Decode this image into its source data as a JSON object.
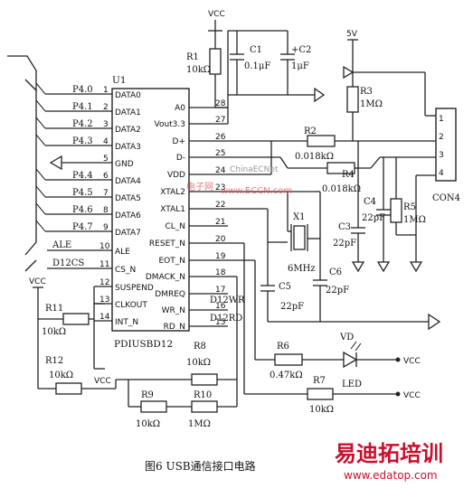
{
  "chip": {
    "ref": "U1",
    "part": "PDIUSBD12",
    "left_pins": [
      {
        "num": "1",
        "name": "DATA0",
        "net": "P4.0"
      },
      {
        "num": "2",
        "name": "DATA1",
        "net": "P4.1"
      },
      {
        "num": "3",
        "name": "DATA2",
        "net": "P4.2"
      },
      {
        "num": "4",
        "name": "DATA3",
        "net": "P4.3"
      },
      {
        "num": "5",
        "name": "GND",
        "net": ""
      },
      {
        "num": "6",
        "name": "DATA4",
        "net": "P4.4"
      },
      {
        "num": "7",
        "name": "DATA5",
        "net": "P4.5"
      },
      {
        "num": "8",
        "name": "DATA6",
        "net": "P4.6"
      },
      {
        "num": "9",
        "name": "DATA7",
        "net": "P4.7"
      },
      {
        "num": "10",
        "name": "ALE",
        "net": "ALE"
      },
      {
        "num": "11",
        "name": "CS_N",
        "net": "D12CS"
      },
      {
        "num": "12",
        "name": "SUSPEND",
        "net": ""
      },
      {
        "num": "13",
        "name": "CLKOUT",
        "net": ""
      },
      {
        "num": "14",
        "name": "INT_N",
        "net": ""
      }
    ],
    "right_pins": [
      {
        "num": "28",
        "name": "A0",
        "net": ""
      },
      {
        "num": "27",
        "name": "Vout3.3",
        "net": ""
      },
      {
        "num": "26",
        "name": "D+",
        "net": ""
      },
      {
        "num": "25",
        "name": "D-",
        "net": ""
      },
      {
        "num": "24",
        "name": "VDD",
        "net": ""
      },
      {
        "num": "23",
        "name": "XTAL2",
        "net": ""
      },
      {
        "num": "22",
        "name": "XTAL1",
        "net": ""
      },
      {
        "num": "21",
        "name": "CL_N",
        "net": ""
      },
      {
        "num": "20",
        "name": "RESET_N",
        "net": ""
      },
      {
        "num": "19",
        "name": "EOT_N",
        "net": ""
      },
      {
        "num": "18",
        "name": "DMACK_N",
        "net": ""
      },
      {
        "num": "17",
        "name": "DMREQ",
        "net": ""
      },
      {
        "num": "16",
        "name": "WR_N",
        "net": "D12WR"
      },
      {
        "num": "15",
        "name": "RD_N",
        "net": "D12RD"
      }
    ]
  },
  "components": {
    "r1": {
      "ref": "R1",
      "value": "10kΩ"
    },
    "r2": {
      "ref": "R2",
      "value": "0.018kΩ"
    },
    "r3": {
      "ref": "R3",
      "value": "1MΩ"
    },
    "r4": {
      "ref": "R4",
      "value": "0.018kΩ"
    },
    "r5": {
      "ref": "R5",
      "value": "1MΩ"
    },
    "r6": {
      "ref": "R6",
      "value": "0.47kΩ"
    },
    "r7": {
      "ref": "R7",
      "value": "10kΩ"
    },
    "r8": {
      "ref": "R8",
      "value": "10kΩ"
    },
    "r9": {
      "ref": "R9",
      "value": "10kΩ"
    },
    "r10": {
      "ref": "R10",
      "value": "1MΩ"
    },
    "r11": {
      "ref": "R11",
      "value": "10kΩ"
    },
    "r12": {
      "ref": "R12",
      "value": "10kΩ"
    },
    "c1": {
      "ref": "C1",
      "value": "0.1μF"
    },
    "c2": {
      "ref": "+C2",
      "value": "1μF"
    },
    "c3": {
      "ref": "C3",
      "value": "22pF"
    },
    "c4": {
      "ref": "C4",
      "value": "22pF"
    },
    "c5": {
      "ref": "C5",
      "value": "22pF"
    },
    "c6": {
      "ref": "C6",
      "value": "22pF"
    },
    "x1": {
      "ref": "X1",
      "value": "6MHz"
    },
    "vd": {
      "ref": "VD",
      "value": "LED"
    },
    "con": {
      "ref": "CON4",
      "pins": [
        "1",
        "2",
        "3",
        "4"
      ]
    }
  },
  "power": {
    "vcc": "VCC",
    "v5": "5V"
  },
  "caption": "图6 USB通信接口电路",
  "watermark": {
    "site_cn": "易迪拓培训",
    "site_url": "www.edatop.com",
    "overlay_1": "ChinaECNet",
    "overlay_2": "电子网",
    "overlay_3": "www.ECCN.com"
  }
}
